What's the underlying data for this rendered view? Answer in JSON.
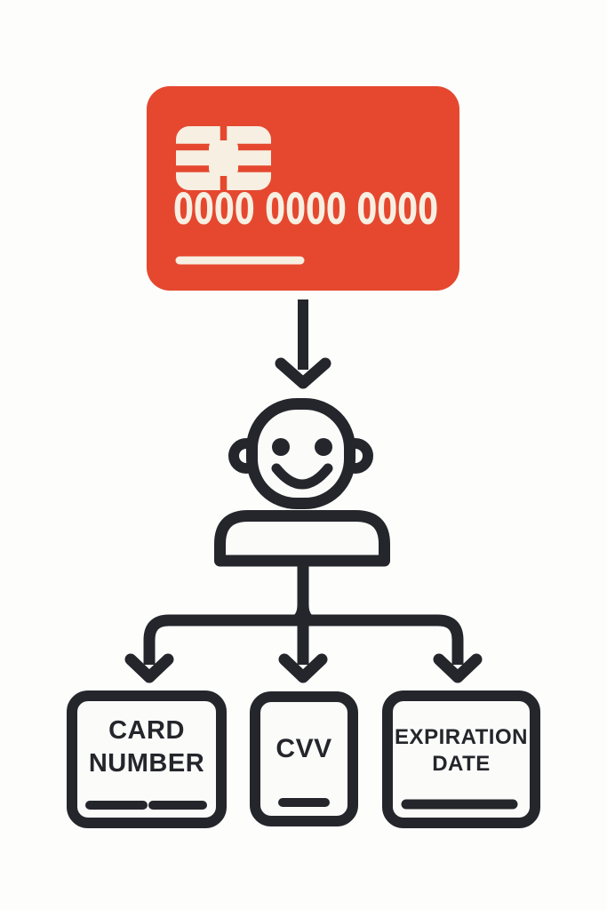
{
  "colors": {
    "card_red": "#E5482F",
    "ink": "#24262B",
    "card_text_cream": "#F6EFE2",
    "background": "#FDFDFC",
    "shape_fill": "#FBFBFA"
  },
  "card": {
    "number": "0000 0000 0000",
    "chip_icon": "emv-chip-icon",
    "signature_line_icon": "blank-line-icon"
  },
  "person": {
    "icon": "smiling-person-icon"
  },
  "arrows": {
    "card_to_person": "down-arrow-icon",
    "branches": [
      "down-arrow-icon",
      "down-arrow-icon",
      "down-arrow-icon"
    ]
  },
  "fields": {
    "card_number": {
      "label": "CARD NUMBER",
      "line1": "CARD",
      "line2": "NUMBER",
      "placeholder_dashes": 2
    },
    "cvv": {
      "label": "CVV",
      "line1": "CVV",
      "placeholder_dashes": 1
    },
    "expiration": {
      "label": "EXPIRATION DATE",
      "line1": "EXPIRATION",
      "line2": "DATE",
      "placeholder_dashes": 1
    }
  }
}
